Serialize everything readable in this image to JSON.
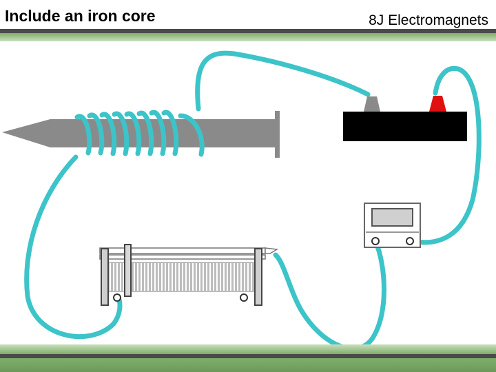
{
  "slide": {
    "title": "Include an iron core",
    "topic": "8J Electromagnets"
  },
  "colors": {
    "wire": "#3cc4c9",
    "core": "#8a8a8a",
    "power_supply": "#000000",
    "negative_terminal": "#8a8a8a",
    "positive_terminal": "#e01010",
    "band_green": "#7fae6a",
    "band_dark": "#4a4a4a"
  },
  "components": {
    "core": "iron-core-nail",
    "coil": "wire-coil",
    "power_supply": "power-supply",
    "ammeter": "ammeter",
    "rheostat": "variable-resistor"
  }
}
